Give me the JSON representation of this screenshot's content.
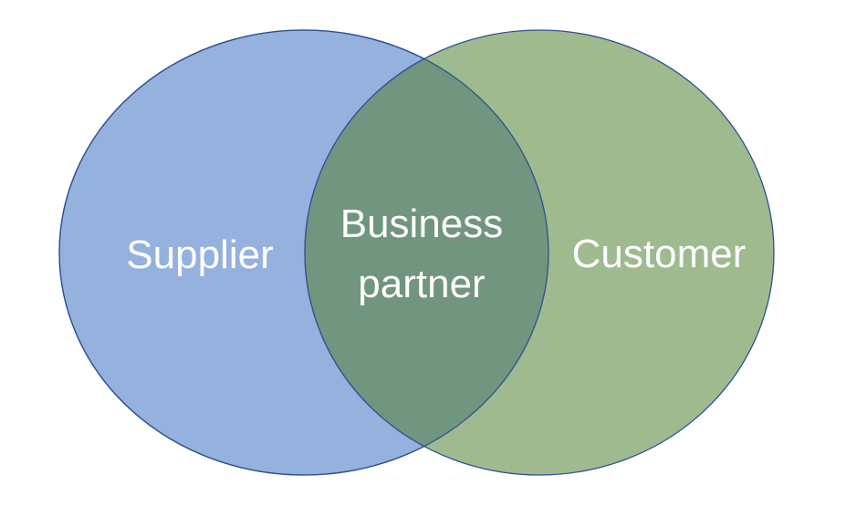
{
  "diagram": {
    "type": "venn",
    "sets": [
      {
        "id": "supplier",
        "label": "Supplier",
        "fill": "#95b1de",
        "stroke": "#2f528f"
      },
      {
        "id": "customer",
        "label": "Customer",
        "fill": "#9fba8f",
        "stroke": "#2f528f"
      }
    ],
    "intersection": {
      "label_line1": "Business",
      "label_line2": "partner",
      "fill": "#71957f"
    },
    "text_color": "#ffffff"
  }
}
